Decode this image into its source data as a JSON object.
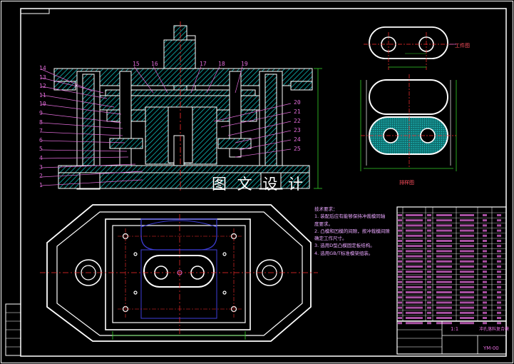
{
  "watermark": "图 文 设 计",
  "views": {
    "workpiece_caption": "工件图",
    "layout_caption": "排样图"
  },
  "part_numbers_left": [
    "14",
    "13",
    "12",
    "11",
    "10",
    "9",
    "8",
    "7",
    "6",
    "5",
    "4",
    "3",
    "2",
    "1"
  ],
  "part_numbers_top": [
    "15",
    "16",
    "17",
    "18",
    "19"
  ],
  "part_numbers_right": [
    "20",
    "21",
    "22",
    "23",
    "24",
    "25"
  ],
  "tech_notes": {
    "title": "技术要求：",
    "items": [
      "1. 装配后应有能够保持冲裁模同轴",
      "   度要求。",
      "2. 凸模和凹模的间隙，按冲裁模间隙",
      "   确定工作尺寸。",
      "3. 选用D型凸模固定板结构。",
      "4. 选用GB/T标准模架组装。"
    ]
  },
  "title_block": {
    "scale": "1:1",
    "name_label": "冲孔落料复合模",
    "drawing_no": "YM-00"
  },
  "colors": {
    "outline": "#ffffff",
    "hatch": "#0fb8b8",
    "dimension": "#35d12a",
    "center": "#ff2d2d",
    "leader": "#e06bd8",
    "blank": "#3e3ed8"
  }
}
